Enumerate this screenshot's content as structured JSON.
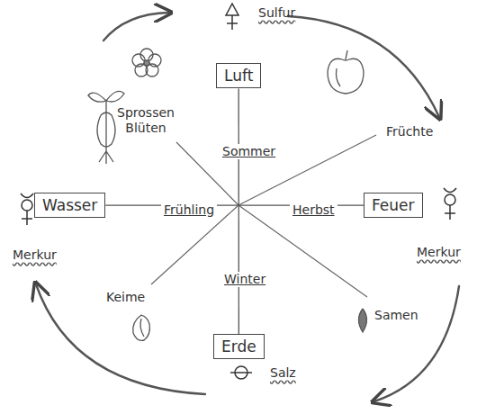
{
  "diagram": {
    "nodes": [
      {
        "text": [
          "Luft"
        ]
      },
      {
        "text": [
          "Wasser"
        ]
      },
      {
        "text": [
          "Feuer"
        ]
      },
      {
        "text": [
          "Erde"
        ]
      }
    ],
    "edges": [
      {
        "from": 0,
        "to": 3,
        "arrow": "none"
      },
      {
        "from": 1,
        "to": 2,
        "arrow": "none"
      }
    ],
    "labels": [
      "Sulfur",
      "Sprossen Blüten",
      "Sommer",
      "Früchte",
      "Frühling",
      "Herbst",
      "Merkur",
      "Merkur",
      "Keime",
      "Winter",
      "Samen",
      "Salz"
    ]
  }
}
